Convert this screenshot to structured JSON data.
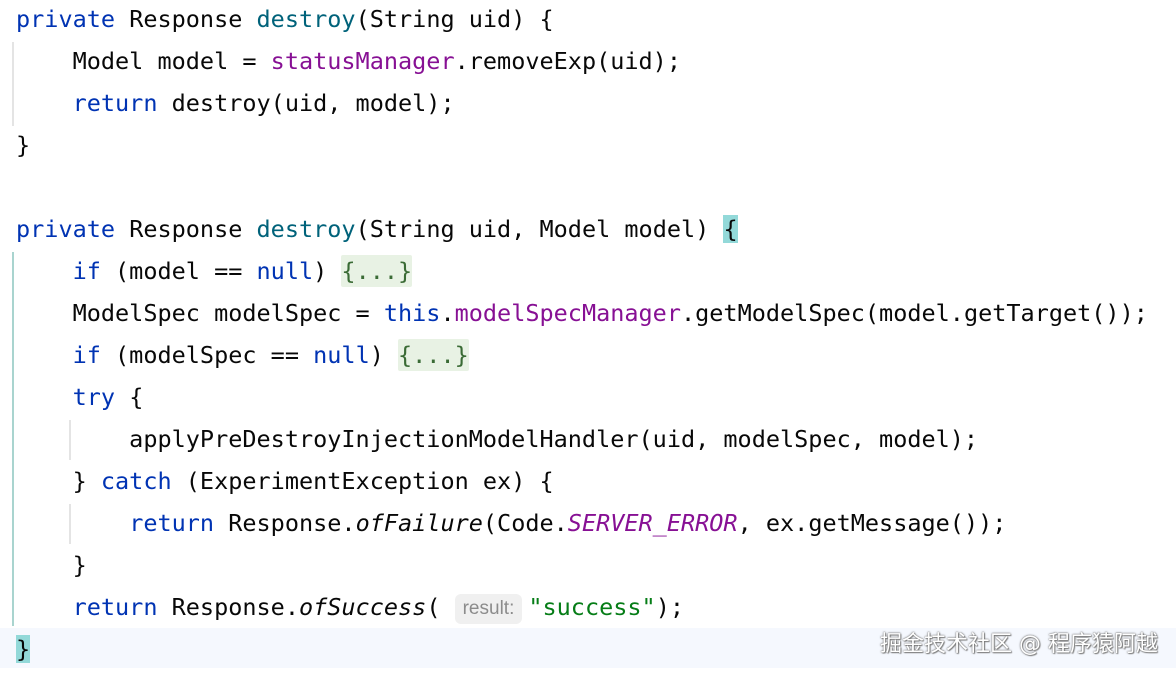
{
  "editor": {
    "lines": [
      [
        {
          "t": "private",
          "c": "kw"
        },
        {
          "t": " Response "
        },
        {
          "t": "destroy",
          "c": "fn"
        },
        {
          "t": "(String uid) {"
        }
      ],
      [
        {
          "t": "    Model model = "
        },
        {
          "t": "statusManager",
          "c": "field"
        },
        {
          "t": ".removeExp(uid);"
        }
      ],
      [
        {
          "t": "    "
        },
        {
          "t": "return",
          "c": "kw"
        },
        {
          "t": " destroy(uid, model);"
        }
      ],
      [
        {
          "t": "}"
        }
      ],
      [],
      [
        {
          "t": "private",
          "c": "kw"
        },
        {
          "t": " Response "
        },
        {
          "t": "destroy",
          "c": "fn"
        },
        {
          "t": "(String uid, Model model) "
        },
        {
          "t": "{",
          "c": "brace-hl"
        }
      ],
      [
        {
          "t": "    "
        },
        {
          "t": "if",
          "c": "kw"
        },
        {
          "t": " (model == "
        },
        {
          "t": "null",
          "c": "kw"
        },
        {
          "t": ") "
        },
        {
          "t": "{...}",
          "c": "fold",
          "i": true,
          "n": "folded-code-block"
        }
      ],
      [
        {
          "t": "    ModelSpec modelSpec = "
        },
        {
          "t": "this",
          "c": "kw"
        },
        {
          "t": "."
        },
        {
          "t": "modelSpecManager",
          "c": "field"
        },
        {
          "t": ".getModelSpec(model.getTarget());"
        }
      ],
      [
        {
          "t": "    "
        },
        {
          "t": "if",
          "c": "kw"
        },
        {
          "t": " (modelSpec == "
        },
        {
          "t": "null",
          "c": "kw"
        },
        {
          "t": ") "
        },
        {
          "t": "{...}",
          "c": "fold",
          "i": true,
          "n": "folded-code-block"
        }
      ],
      [
        {
          "t": "    "
        },
        {
          "t": "try",
          "c": "kw"
        },
        {
          "t": " {"
        }
      ],
      [
        {
          "t": "        applyPreDestroyInjectionModelHandler(uid, modelSpec, model);"
        }
      ],
      [
        {
          "t": "    } "
        },
        {
          "t": "catch",
          "c": "kw"
        },
        {
          "t": " (ExperimentException ex) {"
        }
      ],
      [
        {
          "t": "        "
        },
        {
          "t": "return",
          "c": "kw"
        },
        {
          "t": " Response."
        },
        {
          "t": "ofFailure",
          "c": "static"
        },
        {
          "t": "(Code."
        },
        {
          "t": "SERVER_ERROR",
          "c": "const"
        },
        {
          "t": ", ex.getMessage());"
        }
      ],
      [
        {
          "t": "    }"
        }
      ],
      [
        {
          "t": "    "
        },
        {
          "t": "return",
          "c": "kw"
        },
        {
          "t": " Response."
        },
        {
          "t": "ofSuccess",
          "c": "static"
        },
        {
          "t": "( "
        },
        {
          "t": "result:",
          "c": "hint",
          "n": "parameter-hint"
        },
        {
          "t": "\"success\"",
          "c": "str"
        },
        {
          "t": ");"
        }
      ],
      [
        {
          "t": "}",
          "c": "brace-hl"
        },
        {
          "t": "",
          "c": "caret",
          "n": "text-cursor"
        }
      ]
    ]
  },
  "watermark": {
    "text": "掘金技术社区 @ 程序猿阿越"
  }
}
